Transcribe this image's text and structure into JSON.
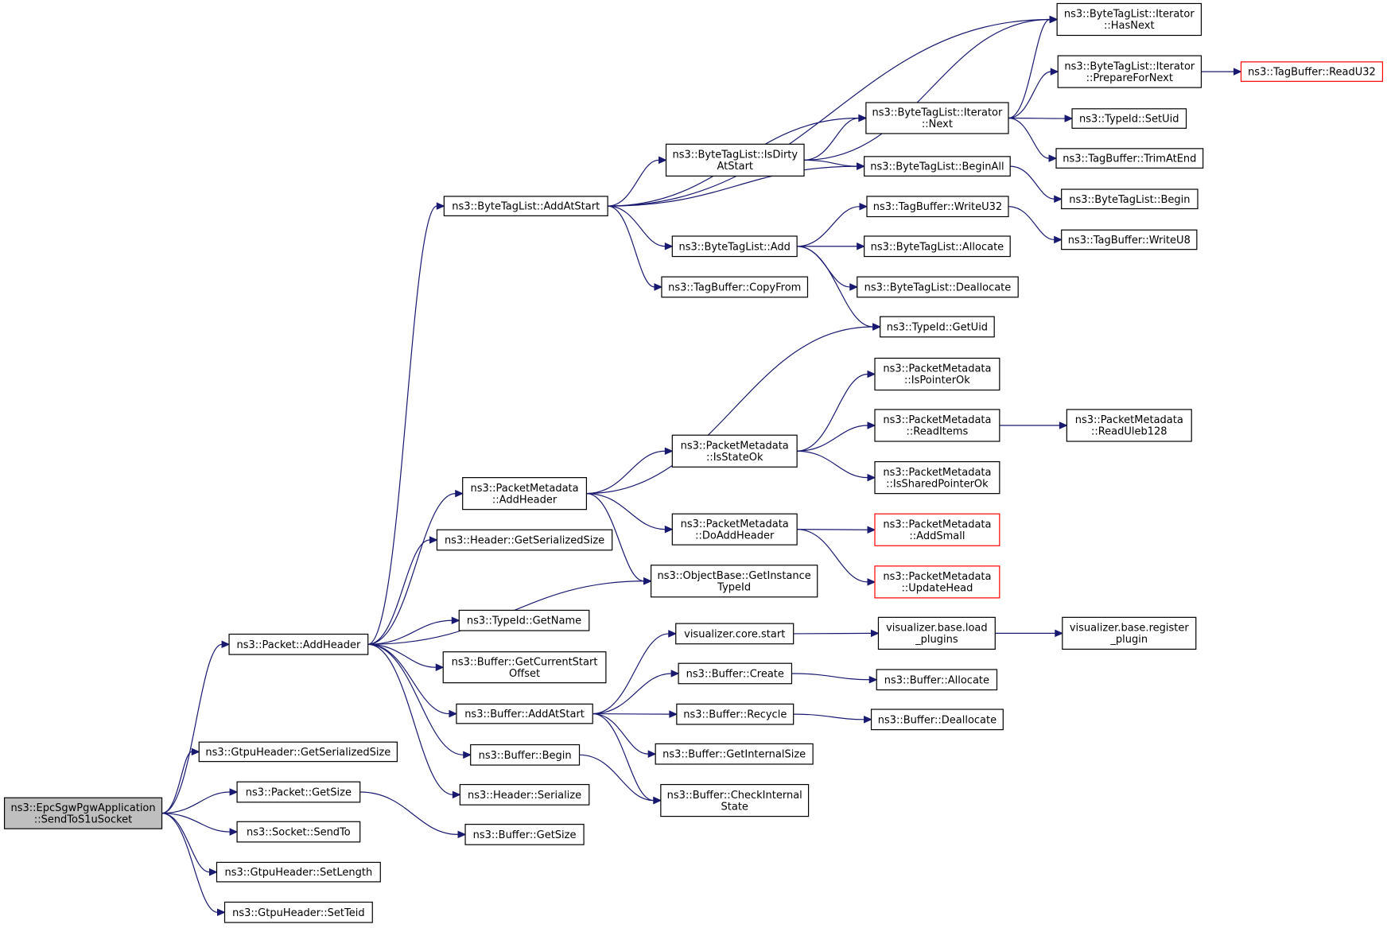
{
  "nodes": [
    {
      "id": "root",
      "lines": [
        "ns3::EpcSgwPgwApplication",
        "::SendToS1uSocket"
      ],
      "style": "root"
    },
    {
      "id": "pkt_addheader",
      "lines": [
        "ns3::Packet::AddHeader"
      ]
    },
    {
      "id": "gtpu_getser",
      "lines": [
        "ns3::GtpuHeader::GetSerializedSize"
      ]
    },
    {
      "id": "pkt_getsize",
      "lines": [
        "ns3::Packet::GetSize"
      ]
    },
    {
      "id": "sock_sendto",
      "lines": [
        "ns3::Socket::SendTo"
      ]
    },
    {
      "id": "gtpu_setlen",
      "lines": [
        "ns3::GtpuHeader::SetLength"
      ]
    },
    {
      "id": "gtpu_setteid",
      "lines": [
        "ns3::GtpuHeader::SetTeid"
      ]
    },
    {
      "id": "btl_addatstart",
      "lines": [
        "ns3::ByteTagList::AddAtStart"
      ]
    },
    {
      "id": "pm_addheader",
      "lines": [
        "ns3::PacketMetadata",
        "::AddHeader"
      ]
    },
    {
      "id": "hdr_getser",
      "lines": [
        "ns3::Header::GetSerializedSize"
      ]
    },
    {
      "id": "ob_getinst",
      "lines": [
        "ns3::ObjectBase::GetInstance",
        "TypeId"
      ]
    },
    {
      "id": "tid_getname",
      "lines": [
        "ns3::TypeId::GetName"
      ]
    },
    {
      "id": "buf_getcur",
      "lines": [
        "ns3::Buffer::GetCurrentStart",
        "Offset"
      ]
    },
    {
      "id": "buf_addatstart",
      "lines": [
        "ns3::Buffer::AddAtStart"
      ]
    },
    {
      "id": "buf_begin",
      "lines": [
        "ns3::Buffer::Begin"
      ]
    },
    {
      "id": "hdr_serialize",
      "lines": [
        "ns3::Header::Serialize"
      ]
    },
    {
      "id": "buf_getsize",
      "lines": [
        "ns3::Buffer::GetSize"
      ]
    },
    {
      "id": "btl_isdirty",
      "lines": [
        "ns3::ByteTagList::IsDirty",
        "AtStart"
      ]
    },
    {
      "id": "btl_add",
      "lines": [
        "ns3::ByteTagList::Add"
      ]
    },
    {
      "id": "tb_copyfrom",
      "lines": [
        "ns3::TagBuffer::CopyFrom"
      ]
    },
    {
      "id": "btli_hasnext",
      "lines": [
        "ns3::ByteTagList::Iterator",
        "::HasNext"
      ]
    },
    {
      "id": "btli_next",
      "lines": [
        "ns3::ByteTagList::Iterator",
        "::Next"
      ]
    },
    {
      "id": "btl_beginall",
      "lines": [
        "ns3::ByteTagList::BeginAll"
      ]
    },
    {
      "id": "btli_prepare",
      "lines": [
        "ns3::ByteTagList::Iterator",
        "::PrepareForNext"
      ]
    },
    {
      "id": "tb_readu32",
      "lines": [
        "ns3::TagBuffer::ReadU32"
      ],
      "style": "trunc"
    },
    {
      "id": "tid_setuid",
      "lines": [
        "ns3::TypeId::SetUid"
      ]
    },
    {
      "id": "tb_trimatend",
      "lines": [
        "ns3::TagBuffer::TrimAtEnd"
      ]
    },
    {
      "id": "btl_begin",
      "lines": [
        "ns3::ByteTagList::Begin"
      ]
    },
    {
      "id": "tb_writeu32",
      "lines": [
        "ns3::TagBuffer::WriteU32"
      ]
    },
    {
      "id": "tb_writeu8",
      "lines": [
        "ns3::TagBuffer::WriteU8"
      ]
    },
    {
      "id": "btl_allocate",
      "lines": [
        "ns3::ByteTagList::Allocate"
      ]
    },
    {
      "id": "btl_deallocate",
      "lines": [
        "ns3::ByteTagList::Deallocate"
      ]
    },
    {
      "id": "tid_getuid",
      "lines": [
        "ns3::TypeId::GetUid"
      ]
    },
    {
      "id": "pm_isstateok",
      "lines": [
        "ns3::PacketMetadata",
        "::IsStateOk"
      ]
    },
    {
      "id": "pm_doaddheader",
      "lines": [
        "ns3::PacketMetadata",
        "::DoAddHeader"
      ]
    },
    {
      "id": "pm_ispointerok",
      "lines": [
        "ns3::PacketMetadata",
        "::IsPointerOk"
      ]
    },
    {
      "id": "pm_readitems",
      "lines": [
        "ns3::PacketMetadata",
        "::ReadItems"
      ]
    },
    {
      "id": "pm_readuleb",
      "lines": [
        "ns3::PacketMetadata",
        "::ReadUleb128"
      ]
    },
    {
      "id": "pm_issharedptr",
      "lines": [
        "ns3::PacketMetadata",
        "::IsSharedPointerOk"
      ]
    },
    {
      "id": "pm_addsmall",
      "lines": [
        "ns3::PacketMetadata",
        "::AddSmall"
      ],
      "style": "trunc"
    },
    {
      "id": "pm_updatehead",
      "lines": [
        "ns3::PacketMetadata",
        "::UpdateHead"
      ],
      "style": "trunc"
    },
    {
      "id": "viz_core_start",
      "lines": [
        "visualizer.core.start"
      ]
    },
    {
      "id": "viz_load",
      "lines": [
        "visualizer.base.load",
        "_plugins"
      ]
    },
    {
      "id": "viz_register",
      "lines": [
        "visualizer.base.register",
        "_plugin"
      ]
    },
    {
      "id": "buf_create",
      "lines": [
        "ns3::Buffer::Create"
      ]
    },
    {
      "id": "buf_allocate",
      "lines": [
        "ns3::Buffer::Allocate"
      ]
    },
    {
      "id": "buf_recycle",
      "lines": [
        "ns3::Buffer::Recycle"
      ]
    },
    {
      "id": "buf_deallocate",
      "lines": [
        "ns3::Buffer::Deallocate"
      ]
    },
    {
      "id": "buf_getinternal",
      "lines": [
        "ns3::Buffer::GetInternalSize"
      ]
    },
    {
      "id": "buf_checkinternal",
      "lines": [
        "ns3::Buffer::CheckInternal",
        "State"
      ]
    }
  ],
  "edges": [
    [
      "root",
      "pkt_addheader"
    ],
    [
      "root",
      "gtpu_getser"
    ],
    [
      "root",
      "pkt_getsize"
    ],
    [
      "root",
      "sock_sendto"
    ],
    [
      "root",
      "gtpu_setlen"
    ],
    [
      "root",
      "gtpu_setteid"
    ],
    [
      "pkt_addheader",
      "btl_addatstart"
    ],
    [
      "pkt_addheader",
      "pm_addheader"
    ],
    [
      "pkt_addheader",
      "hdr_getser"
    ],
    [
      "pkt_addheader",
      "ob_getinst"
    ],
    [
      "pkt_addheader",
      "tid_getname"
    ],
    [
      "pkt_addheader",
      "buf_getcur"
    ],
    [
      "pkt_addheader",
      "buf_addatstart"
    ],
    [
      "pkt_addheader",
      "buf_begin"
    ],
    [
      "pkt_addheader",
      "hdr_serialize"
    ],
    [
      "pkt_getsize",
      "buf_getsize"
    ],
    [
      "btl_addatstart",
      "btli_hasnext"
    ],
    [
      "btl_addatstart",
      "btli_next"
    ],
    [
      "btl_addatstart",
      "btl_isdirty"
    ],
    [
      "btl_addatstart",
      "btl_beginall"
    ],
    [
      "btl_addatstart",
      "btl_add"
    ],
    [
      "btl_addatstart",
      "tb_copyfrom"
    ],
    [
      "btl_isdirty",
      "btli_hasnext"
    ],
    [
      "btl_isdirty",
      "btli_next"
    ],
    [
      "btl_isdirty",
      "btl_beginall"
    ],
    [
      "btli_next",
      "btli_hasnext"
    ],
    [
      "btli_next",
      "btli_prepare"
    ],
    [
      "btli_next",
      "tid_setuid"
    ],
    [
      "btli_next",
      "tb_trimatend"
    ],
    [
      "btli_prepare",
      "tb_readu32"
    ],
    [
      "btl_beginall",
      "btl_begin"
    ],
    [
      "btl_add",
      "tb_writeu32"
    ],
    [
      "btl_add",
      "btl_allocate"
    ],
    [
      "btl_add",
      "btl_deallocate"
    ],
    [
      "btl_add",
      "tid_getuid"
    ],
    [
      "tb_writeu32",
      "tb_writeu8"
    ],
    [
      "pm_addheader",
      "tid_getuid"
    ],
    [
      "pm_addheader",
      "pm_isstateok"
    ],
    [
      "pm_addheader",
      "pm_doaddheader"
    ],
    [
      "pm_addheader",
      "ob_getinst"
    ],
    [
      "pm_isstateok",
      "pm_ispointerok"
    ],
    [
      "pm_isstateok",
      "pm_readitems"
    ],
    [
      "pm_isstateok",
      "pm_issharedptr"
    ],
    [
      "pm_readitems",
      "pm_readuleb"
    ],
    [
      "pm_doaddheader",
      "pm_addsmall"
    ],
    [
      "pm_doaddheader",
      "pm_updatehead"
    ],
    [
      "buf_addatstart",
      "viz_core_start"
    ],
    [
      "buf_addatstart",
      "buf_create"
    ],
    [
      "buf_addatstart",
      "buf_recycle"
    ],
    [
      "buf_addatstart",
      "buf_getinternal"
    ],
    [
      "buf_addatstart",
      "buf_checkinternal"
    ],
    [
      "viz_core_start",
      "viz_load"
    ],
    [
      "viz_load",
      "viz_register"
    ],
    [
      "buf_create",
      "buf_allocate"
    ],
    [
      "buf_recycle",
      "buf_deallocate"
    ],
    [
      "buf_begin",
      "buf_checkinternal"
    ]
  ],
  "colors": {
    "edge": "#191970",
    "node_border": "#000000",
    "root_fill": "#bfbfbf",
    "truncated_border": "#ff0000"
  }
}
